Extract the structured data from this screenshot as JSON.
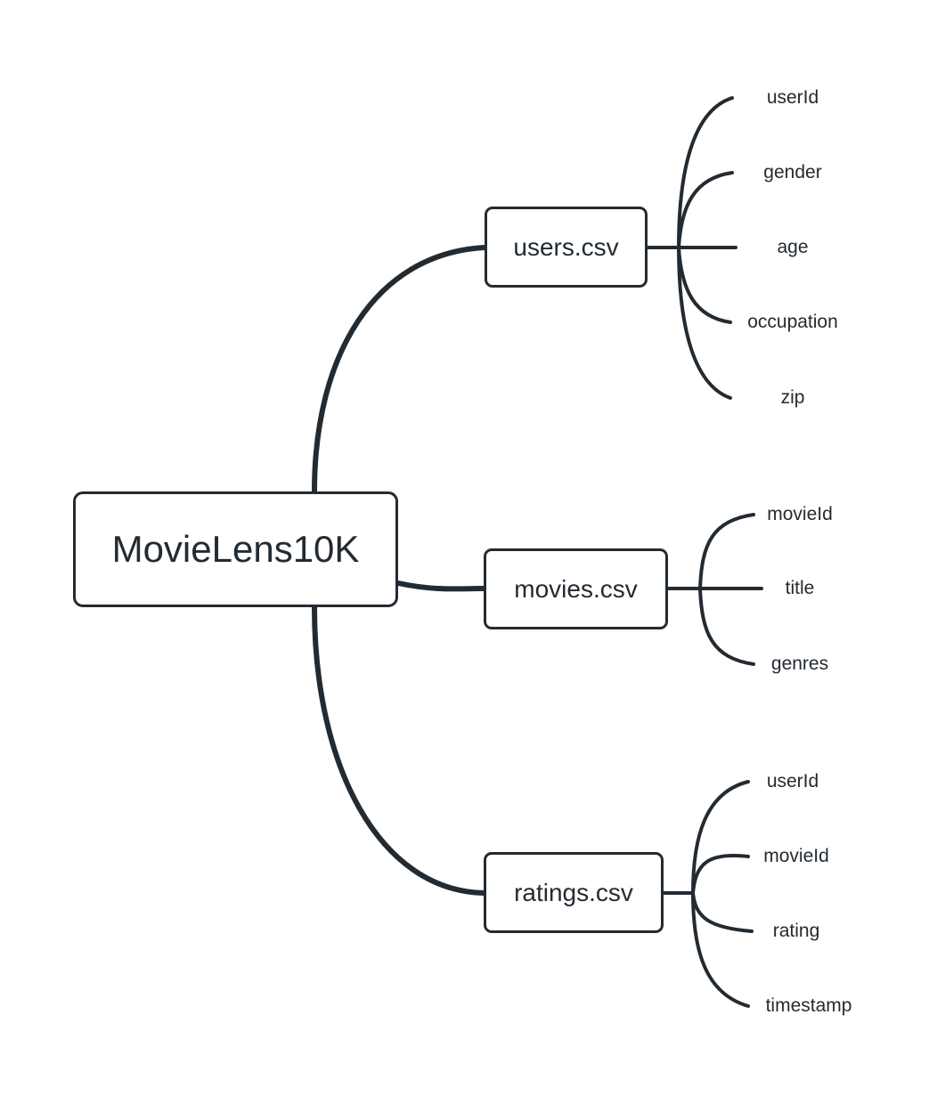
{
  "diagram": {
    "type": "mindmap",
    "title": "MovieLens10K dataset file/column mind map",
    "background_color": "#ffffff",
    "stroke_color": "#232b32",
    "text_color": "#232b32",
    "root": {
      "label": "MovieLens10K"
    },
    "branches": [
      {
        "id": "users",
        "label": "users.csv",
        "leaves": [
          {
            "label": "userId"
          },
          {
            "label": "gender"
          },
          {
            "label": "age"
          },
          {
            "label": "occupation"
          },
          {
            "label": "zip"
          }
        ]
      },
      {
        "id": "movies",
        "label": "movies.csv",
        "leaves": [
          {
            "label": "movieId"
          },
          {
            "label": "title"
          },
          {
            "label": "genres"
          }
        ]
      },
      {
        "id": "ratings",
        "label": "ratings.csv",
        "leaves": [
          {
            "label": "userId"
          },
          {
            "label": "movieId"
          },
          {
            "label": "rating"
          },
          {
            "label": "timestamp"
          }
        ]
      }
    ]
  }
}
